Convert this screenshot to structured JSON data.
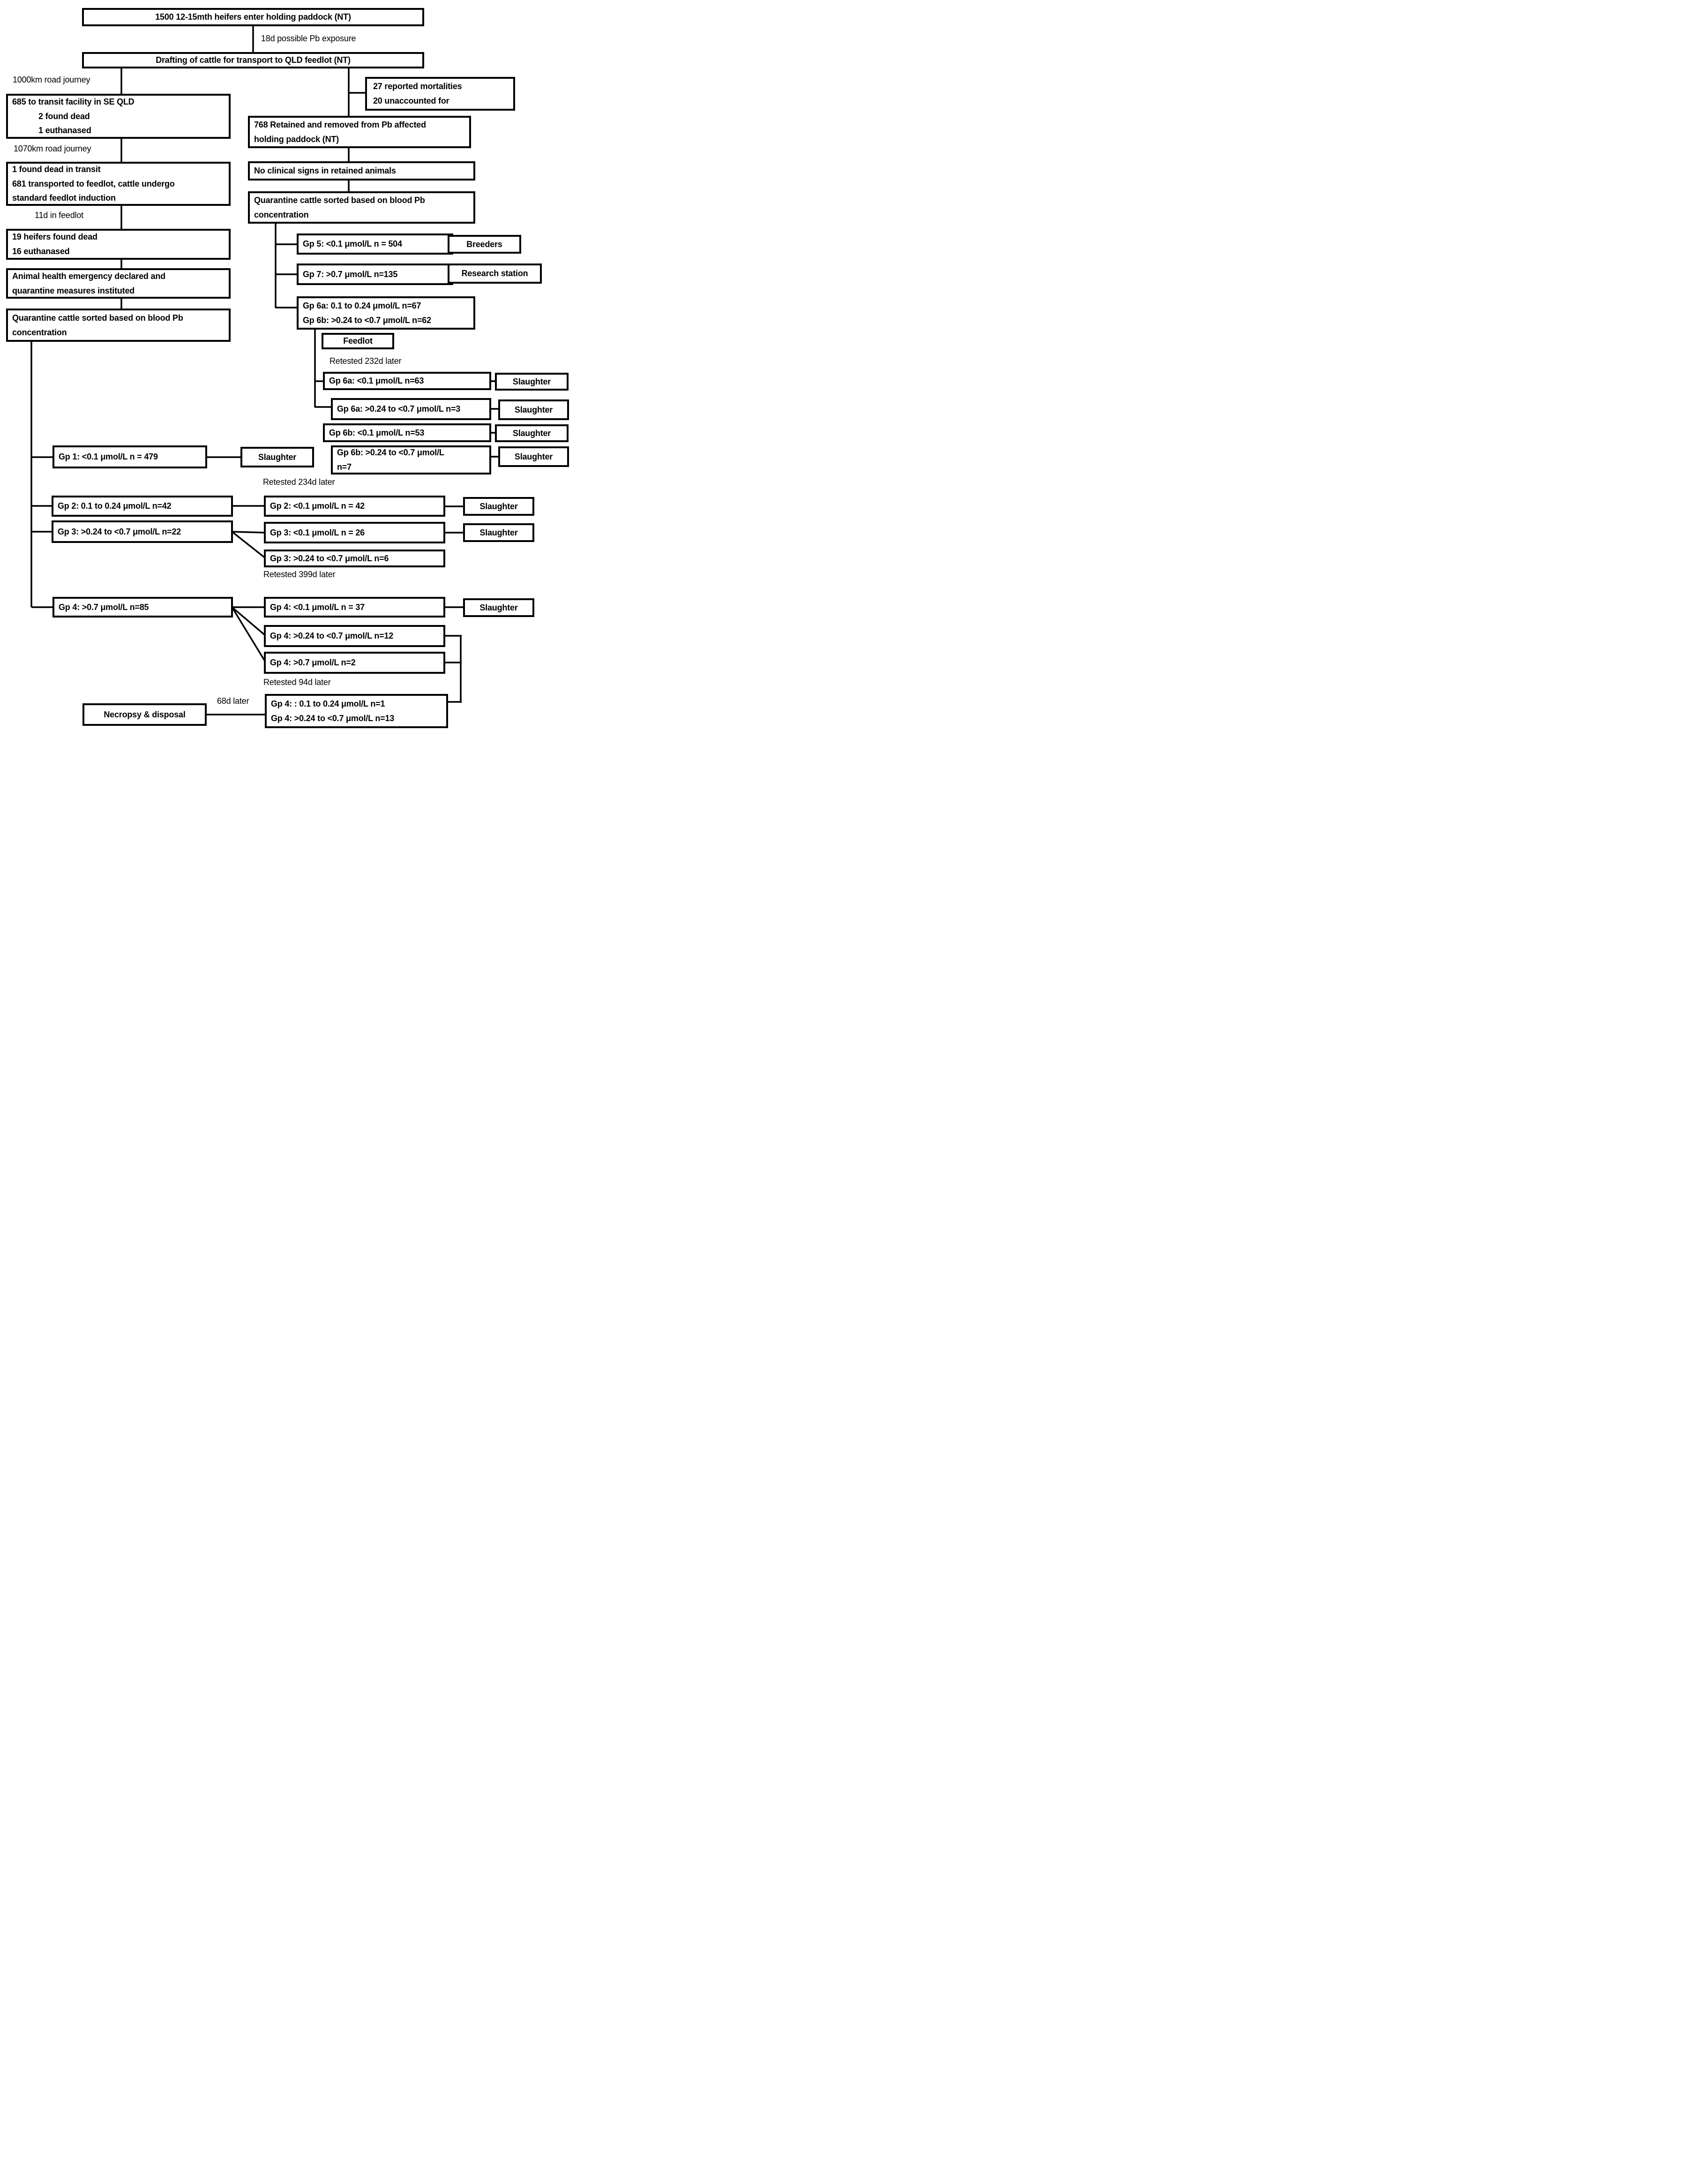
{
  "flowchart": {
    "colors": {
      "line": "#000000",
      "box_background": "#ffffff",
      "text": "#000000"
    },
    "nodes": {
      "enter": {
        "text": "1500 12-15mth heifers enter holding paddock (NT)"
      },
      "drafting": {
        "text": "Drafting of cattle for transport to QLD feedlot (NT)"
      },
      "transit685": {
        "lines": [
          "685 to transit facility in SE QLD",
          "2 found dead",
          "1 euthanased"
        ]
      },
      "transitDeath": {
        "lines": [
          "1 found dead in transit",
          "681 transported to feedlot, cattle undergo",
          "standard feedlot induction"
        ]
      },
      "feedlotDeaths": {
        "lines": [
          "19 heifers found dead",
          "16 euthanased"
        ]
      },
      "emergency": {
        "lines": [
          "Animal health emergency declared and",
          "quarantine measures instituted"
        ]
      },
      "quarantineLeft": {
        "lines": [
          "Quarantine cattle sorted based on blood Pb",
          "concentration"
        ]
      },
      "mortalities": {
        "lines": [
          "27 reported mortalities",
          "20 unaccounted for"
        ]
      },
      "retained": {
        "lines": [
          "768 Retained and removed from Pb affected",
          "holding paddock (NT)"
        ]
      },
      "noClinical": {
        "text": "No clinical signs in retained animals"
      },
      "quarantineRight": {
        "lines": [
          "Quarantine cattle sorted based on blood Pb",
          "concentration"
        ]
      },
      "gp5": {
        "text": "Gp 5: <0.1 μmol/L n = 504"
      },
      "breeders": {
        "text": "Breeders"
      },
      "gp7": {
        "text": "Gp 7: >0.7 μmol/L n=135"
      },
      "research": {
        "text": "Research station"
      },
      "gp6": {
        "lines": [
          "Gp 6a: 0.1 to 0.24 μmol/L n=67",
          "Gp 6b: >0.24 to <0.7 μmol/L n=62"
        ]
      },
      "feedlot": {
        "text": "Feedlot"
      },
      "gp6a1": {
        "text": "Gp 6a: <0.1 μmol/L n=63"
      },
      "gp6a2": {
        "text": "Gp 6a: >0.24 to <0.7 μmol/L n=3"
      },
      "gp6b1": {
        "text": "Gp 6b: <0.1 μmol/L n=53"
      },
      "gp6b2": {
        "lines": [
          "Gp 6b: >0.24 to <0.7 μmol/L",
          "n=7"
        ]
      },
      "gp1": {
        "text": "Gp 1: <0.1 μmol/L n = 479"
      },
      "gp2": {
        "text": "Gp 2: 0.1 to 0.24 μmol/L n=42"
      },
      "gp2r": {
        "text": "Gp 2: <0.1 μmol/L n = 42"
      },
      "gp3": {
        "text": "Gp 3: >0.24 to <0.7 μmol/L n=22"
      },
      "gp3r1": {
        "text": "Gp 3: <0.1 μmol/L n = 26"
      },
      "gp3r2": {
        "text": "Gp 3: >0.24 to <0.7 μmol/L n=6"
      },
      "gp4": {
        "text": "Gp 4: >0.7 μmol/L n=85"
      },
      "gp4r1": {
        "text": "Gp 4: <0.1 μmol/L n = 37"
      },
      "gp4r2": {
        "text": "Gp 4: >0.24 to <0.7 μmol/L n=12"
      },
      "gp4r3": {
        "text": "Gp 4: >0.7 μmol/L n=2"
      },
      "gp4final": {
        "lines": [
          "Gp 4: : 0.1 to 0.24 μmol/L n=1",
          "Gp 4: >0.24 to <0.7 μmol/L n=13"
        ]
      },
      "necropsy": {
        "text": "Necropsy & disposal"
      }
    },
    "labels": {
      "slaughter": "Slaughter",
      "exposure": "18d possible Pb exposure",
      "journey1000": "1000km road journey",
      "journey1070": "1070km road journey",
      "feedlot11d": "11d in feedlot",
      "retested232": "Retested 232d later",
      "retested234": "Retested 234d later",
      "retested399": "Retested 399d later",
      "retested94": "Retested 94d later",
      "later68": "68d later"
    }
  }
}
